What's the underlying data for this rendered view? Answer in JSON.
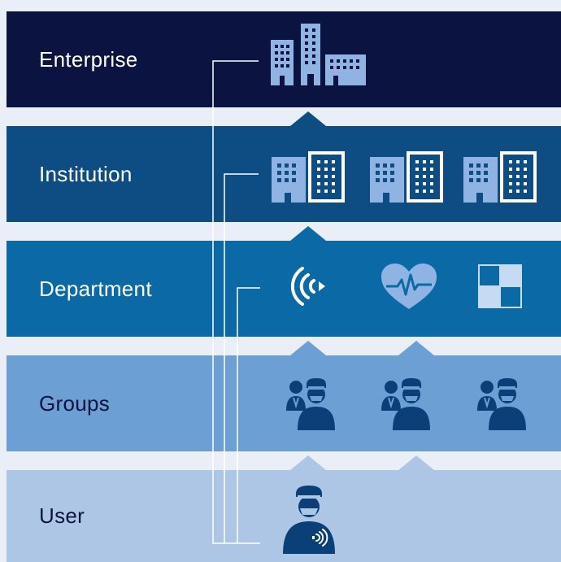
{
  "levels": [
    {
      "label": "Enterprise",
      "color": "#0b1340",
      "text_color": "#ffffff",
      "icons": [
        "enterprise-buildings-icon"
      ]
    },
    {
      "label": "Institution",
      "color": "#0e4c84",
      "text_color": "#ffffff",
      "icons": [
        "hospital-building-icon",
        "hospital-building-icon",
        "hospital-building-icon"
      ]
    },
    {
      "label": "Department",
      "color": "#0b6aa6",
      "text_color": "#ffffff",
      "icons": [
        "radiology-wave-icon",
        "cardiology-heart-icon",
        "imaging-squares-icon"
      ]
    },
    {
      "label": "Groups",
      "color": "#6c9fd4",
      "text_color": "#0b1340",
      "icons": [
        "clinician-group-icon",
        "clinician-group-icon",
        "clinician-group-icon"
      ]
    },
    {
      "label": "User",
      "color": "#adc6e6",
      "text_color": "#0b1340",
      "icons": [
        "clinician-user-icon"
      ]
    }
  ],
  "colors": {
    "background": "#e9eef7",
    "line": "#ffffff",
    "icon_light": "#8fb4e3",
    "icon_dark": "#0b3f78"
  }
}
